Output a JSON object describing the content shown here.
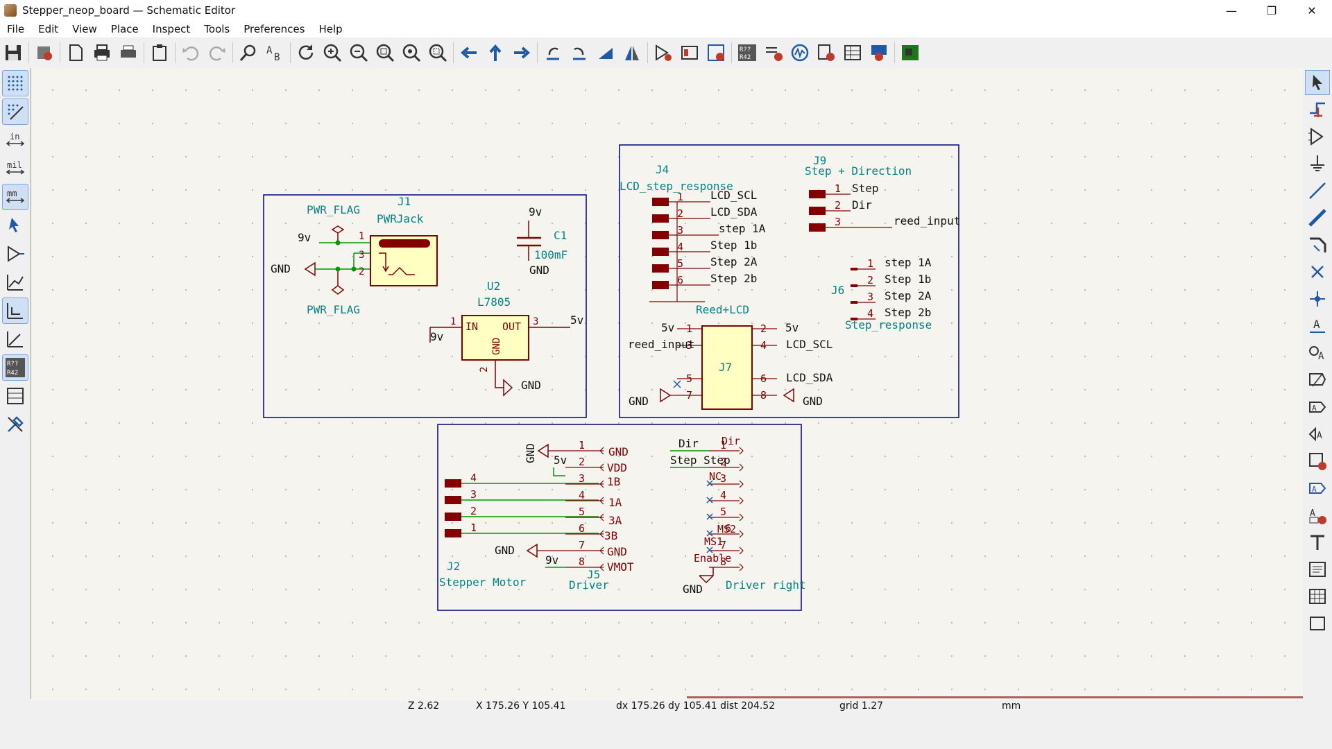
{
  "window": {
    "title": "Stepper_neop_board — Schematic Editor",
    "minimize": "—",
    "maximize": "❐",
    "close": "✕"
  },
  "menu": [
    "File",
    "Edit",
    "View",
    "Place",
    "Inspect",
    "Tools",
    "Preferences",
    "Help"
  ],
  "left_toolbar": {
    "units_in": "in",
    "units_mil": "mil",
    "units_mm": "mm",
    "annotate": "R??\nR42"
  },
  "schematic": {
    "power_block": {
      "pwr_flag_top": "PWR_FLAG",
      "pwr_flag_bottom": "PWR_FLAG",
      "j1_ref": "J1",
      "j1_value": "PWRJack",
      "net_9v_left": "9v",
      "net_gnd_left": "GND",
      "pin1": "1",
      "pin2": "2",
      "pin3": "3",
      "c1_net_top": "9v",
      "c1_ref": "C1",
      "c1_value": "100mF",
      "c1_net_bottom": "GND",
      "u2_ref": "U2",
      "u2_value": "L7805",
      "u2_in": "IN",
      "u2_out": "OUT",
      "u2_gnd": "GND",
      "u2_pin1": "1",
      "u2_pin2": "2",
      "u2_pin3": "3",
      "u2_net_in": "9v",
      "u2_net_out": "5v",
      "u2_net_gnd": "GND"
    },
    "lcd_block": {
      "j4_ref": "J4",
      "j4_value": "LCD_step_response",
      "j4_pins": [
        {
          "num": "1",
          "net": "LCD_SCL"
        },
        {
          "num": "2",
          "net": "LCD_SDA"
        },
        {
          "num": "3",
          "net": "step 1A"
        },
        {
          "num": "4",
          "net": "Step 1b"
        },
        {
          "num": "5",
          "net": "Step 2A"
        },
        {
          "num": "6",
          "net": "Step 2b"
        }
      ],
      "j9_ref": "J9",
      "j9_value": "Step + Direction",
      "j9_pins": [
        {
          "num": "1",
          "net": "Step"
        },
        {
          "num": "2",
          "net": "Dir"
        },
        {
          "num": "3",
          "net": "reed_input"
        }
      ],
      "j6_ref": "J6",
      "j6_value": "Step_response",
      "j6_pins": [
        {
          "num": "1",
          "net": "step 1A"
        },
        {
          "num": "2",
          "net": "Step 1b"
        },
        {
          "num": "3",
          "net": "Step 2A"
        },
        {
          "num": "4",
          "net": "Step 2b"
        }
      ],
      "j7_ref": "J7",
      "j7_title": "Reed+LCD",
      "j7_left": [
        {
          "num": "1",
          "net": "5v"
        },
        {
          "num": "3",
          "net": "reed_input"
        },
        {
          "num": "5",
          "net": ""
        },
        {
          "num": "7",
          "net": "GND"
        }
      ],
      "j7_right": [
        {
          "num": "2",
          "net": "5v"
        },
        {
          "num": "4",
          "net": "LCD_SCL"
        },
        {
          "num": "6",
          "net": "LCD_SDA"
        },
        {
          "num": "8",
          "net": "GND"
        }
      ]
    },
    "driver_block": {
      "j2_ref": "J2",
      "j2_value": "Stepper Motor",
      "j2_pins": [
        "4",
        "3",
        "2",
        "1"
      ],
      "j5_ref": "J5",
      "j5_value": "Driver",
      "j5_pins": [
        {
          "num": "1",
          "name": "GND"
        },
        {
          "num": "2",
          "name": "VDD"
        },
        {
          "num": "3",
          "name": "1B"
        },
        {
          "num": "4",
          "name": "1A"
        },
        {
          "num": "5",
          "name": "3A"
        },
        {
          "num": "6",
          "name": "3B"
        },
        {
          "num": "7",
          "name": "GND"
        },
        {
          "num": "8",
          "name": "VMOT"
        }
      ],
      "net_gnd_top": "GND",
      "net_5v": "5v",
      "net_gnd_mid": "GND",
      "net_9v": "9v",
      "right_value": "Driver right",
      "right_labels": [
        "Dir",
        "Step Step",
        "NC",
        "MS2",
        "MS1",
        "Enable"
      ],
      "right_pins": [
        "1",
        "2",
        "3",
        "4",
        "5",
        "6",
        "7",
        "8"
      ],
      "right_dir_top": "Dir",
      "net_gnd_bottom": "GND"
    }
  },
  "status": {
    "zoom": "Z 2.62",
    "coords": "X 175.26  Y 105.41",
    "delta": "dx 175.26  dy 105.41  dist 204.52",
    "grid": "grid 1.27",
    "units": "mm"
  },
  "colors": {
    "wire": "#009900",
    "symbol": "#840000",
    "symbol_fill": "#ffffc2",
    "net_label": "#840000",
    "sheet": "#000084",
    "ref_text": "#008484",
    "power": "#840000",
    "accent": "#1e5aa8"
  }
}
